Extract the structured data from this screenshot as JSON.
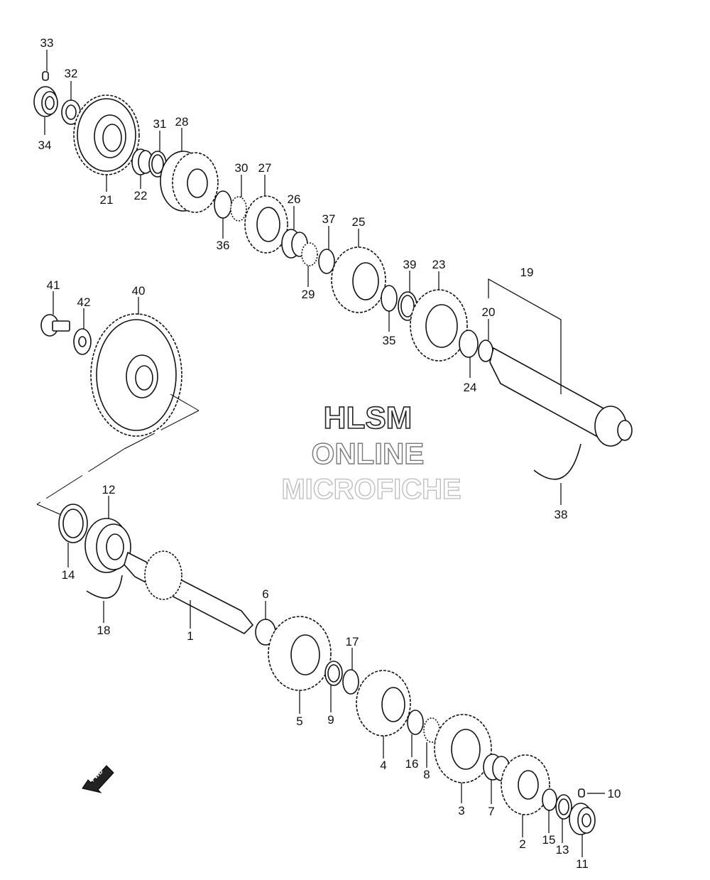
{
  "watermark": {
    "line1": "HLSM",
    "line2": "ONLINE",
    "line3": "MICROFICHE"
  },
  "fwd_label": "FWD",
  "labels": {
    "p1": "1",
    "p2": "2",
    "p3": "3",
    "p4": "4",
    "p5": "5",
    "p6": "6",
    "p7": "7",
    "p8": "8",
    "p9": "9",
    "p10": "10",
    "p11": "11",
    "p12": "12",
    "p13": "13",
    "p14": "14",
    "p15": "15",
    "p16": "16",
    "p17": "17",
    "p18": "18",
    "p19": "19",
    "p20": "20",
    "p21": "21",
    "p22": "22",
    "p23": "23",
    "p24": "24",
    "p25": "25",
    "p26": "26",
    "p27": "27",
    "p28": "28",
    "p29": "29",
    "p30": "30",
    "p31": "31",
    "p32": "32",
    "p33": "33",
    "p34": "34",
    "p35": "35",
    "p36": "36",
    "p37": "37",
    "p38": "38",
    "p39": "39",
    "p40": "40",
    "p41": "41",
    "p42": "42"
  }
}
